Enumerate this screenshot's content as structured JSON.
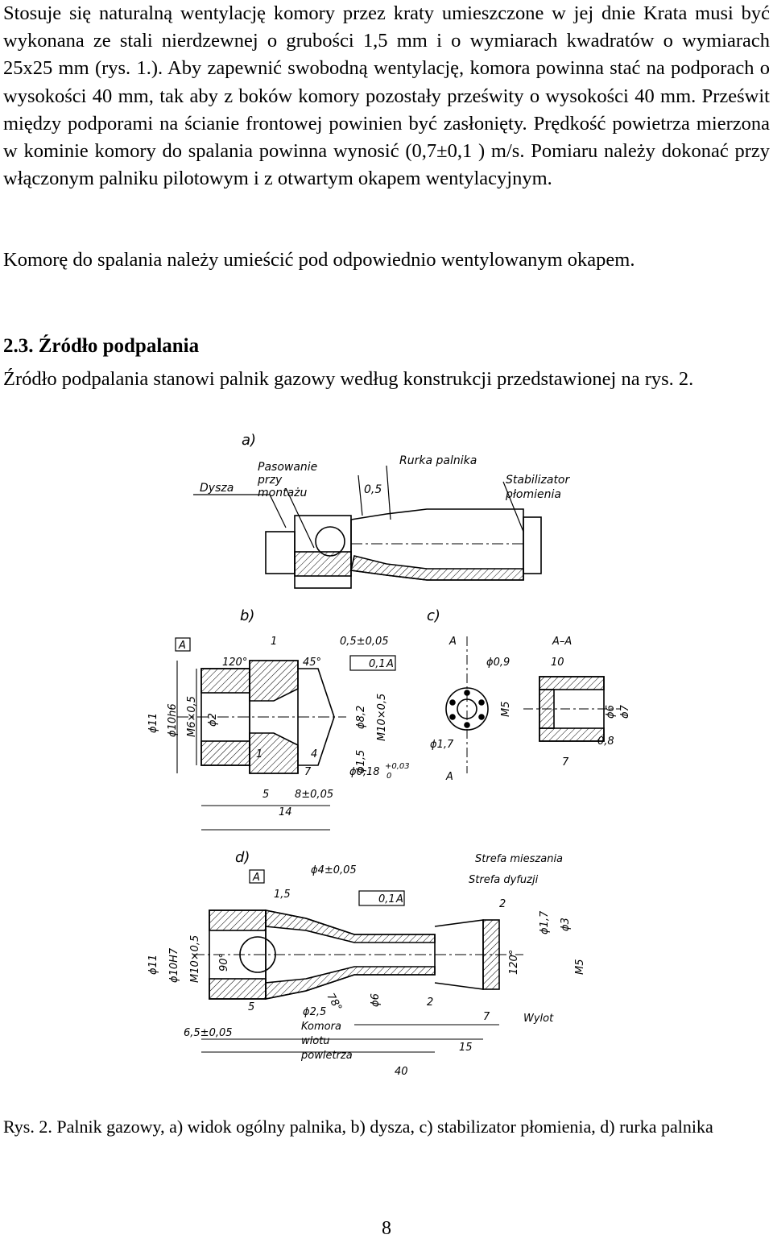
{
  "body": {
    "paragraph_1": "Stosuje się naturalną wentylację komory przez kraty umieszczone w jej dnie Krata musi być wykonana ze stali nierdzewnej o grubości 1,5 mm i o wymiarach kwadratów o wymiarach 25x25 mm (rys. 1.). Aby zapewnić swobodną wentylację, komora powinna stać na podporach o wysokości 40 mm, tak aby z boków komory pozostały prześwity o wysokości 40 mm. Prześwit między podporami na ścianie frontowej powinien być zasłonięty. Prędkość powietrza mierzona w kominie komory do spalania powinna wynosić (0,7±0,1 ) m/s. Pomiaru należy dokonać przy włączonym palniku pilotowym i z otwartym okapem wentylacyjnym.",
    "paragraph_2": "Komorę do spalania należy umieścić pod odpowiednio wentylowanym okapem.",
    "section_heading": "2.3. Źródło podpalania",
    "paragraph_3": "Źródło podpalania stanowi palnik gazowy według konstrukcji przedstawionej na rys. 2."
  },
  "figure": {
    "panel_a": {
      "label": "a)",
      "annotations": [
        "Dysza",
        "Pasowanie",
        "przy",
        "montażu",
        "0,5",
        "Rurka palnika",
        "Stabilizator",
        "płomienia"
      ]
    },
    "panel_b": {
      "label": "b)",
      "annotations": [
        "A",
        "120°",
        "1",
        "0,5±0,05",
        "45°",
        "0,1",
        "A",
        "ϕ11",
        "ϕ10h6",
        "M6×0,5",
        "ϕ2",
        "ϕ8,2",
        "M10×0,5",
        "1",
        "4",
        "7",
        "ϕ1,5",
        "ϕ0,18",
        "+0,03",
        "0",
        "5",
        "8±0,05",
        "14"
      ]
    },
    "panel_c": {
      "label": "c)",
      "annotations": [
        "A",
        "A–A",
        "ϕ0,9",
        "10",
        "M5",
        "ϕ6",
        "ϕ7",
        "ϕ1,7",
        "A",
        "0,8",
        "7"
      ]
    },
    "panel_d": {
      "label": "d)",
      "annotations": [
        "Strefa mieszania",
        "Strefa dyfuzji",
        "A",
        "ϕ4±0,05",
        "1,5",
        "0,1",
        "A",
        "2",
        "ϕ1,7",
        "ϕ3",
        "ϕ11",
        "ϕ10H7",
        "M10×0,5",
        "90°",
        "120°",
        "M5",
        "5",
        "ϕ2,5",
        "78°",
        "ϕ6",
        "2",
        "Wylot",
        "6,5±0,05",
        "Komora",
        "wlotu",
        "powietrza",
        "7",
        "15",
        "40"
      ]
    }
  },
  "caption": {
    "prefix": "Rys. 2.",
    "text": "Palnik gazowy, a) widok ogólny palnika, b) dysza, c) stabilizator płomienia, d) rurka palnika"
  },
  "page_number": "8"
}
